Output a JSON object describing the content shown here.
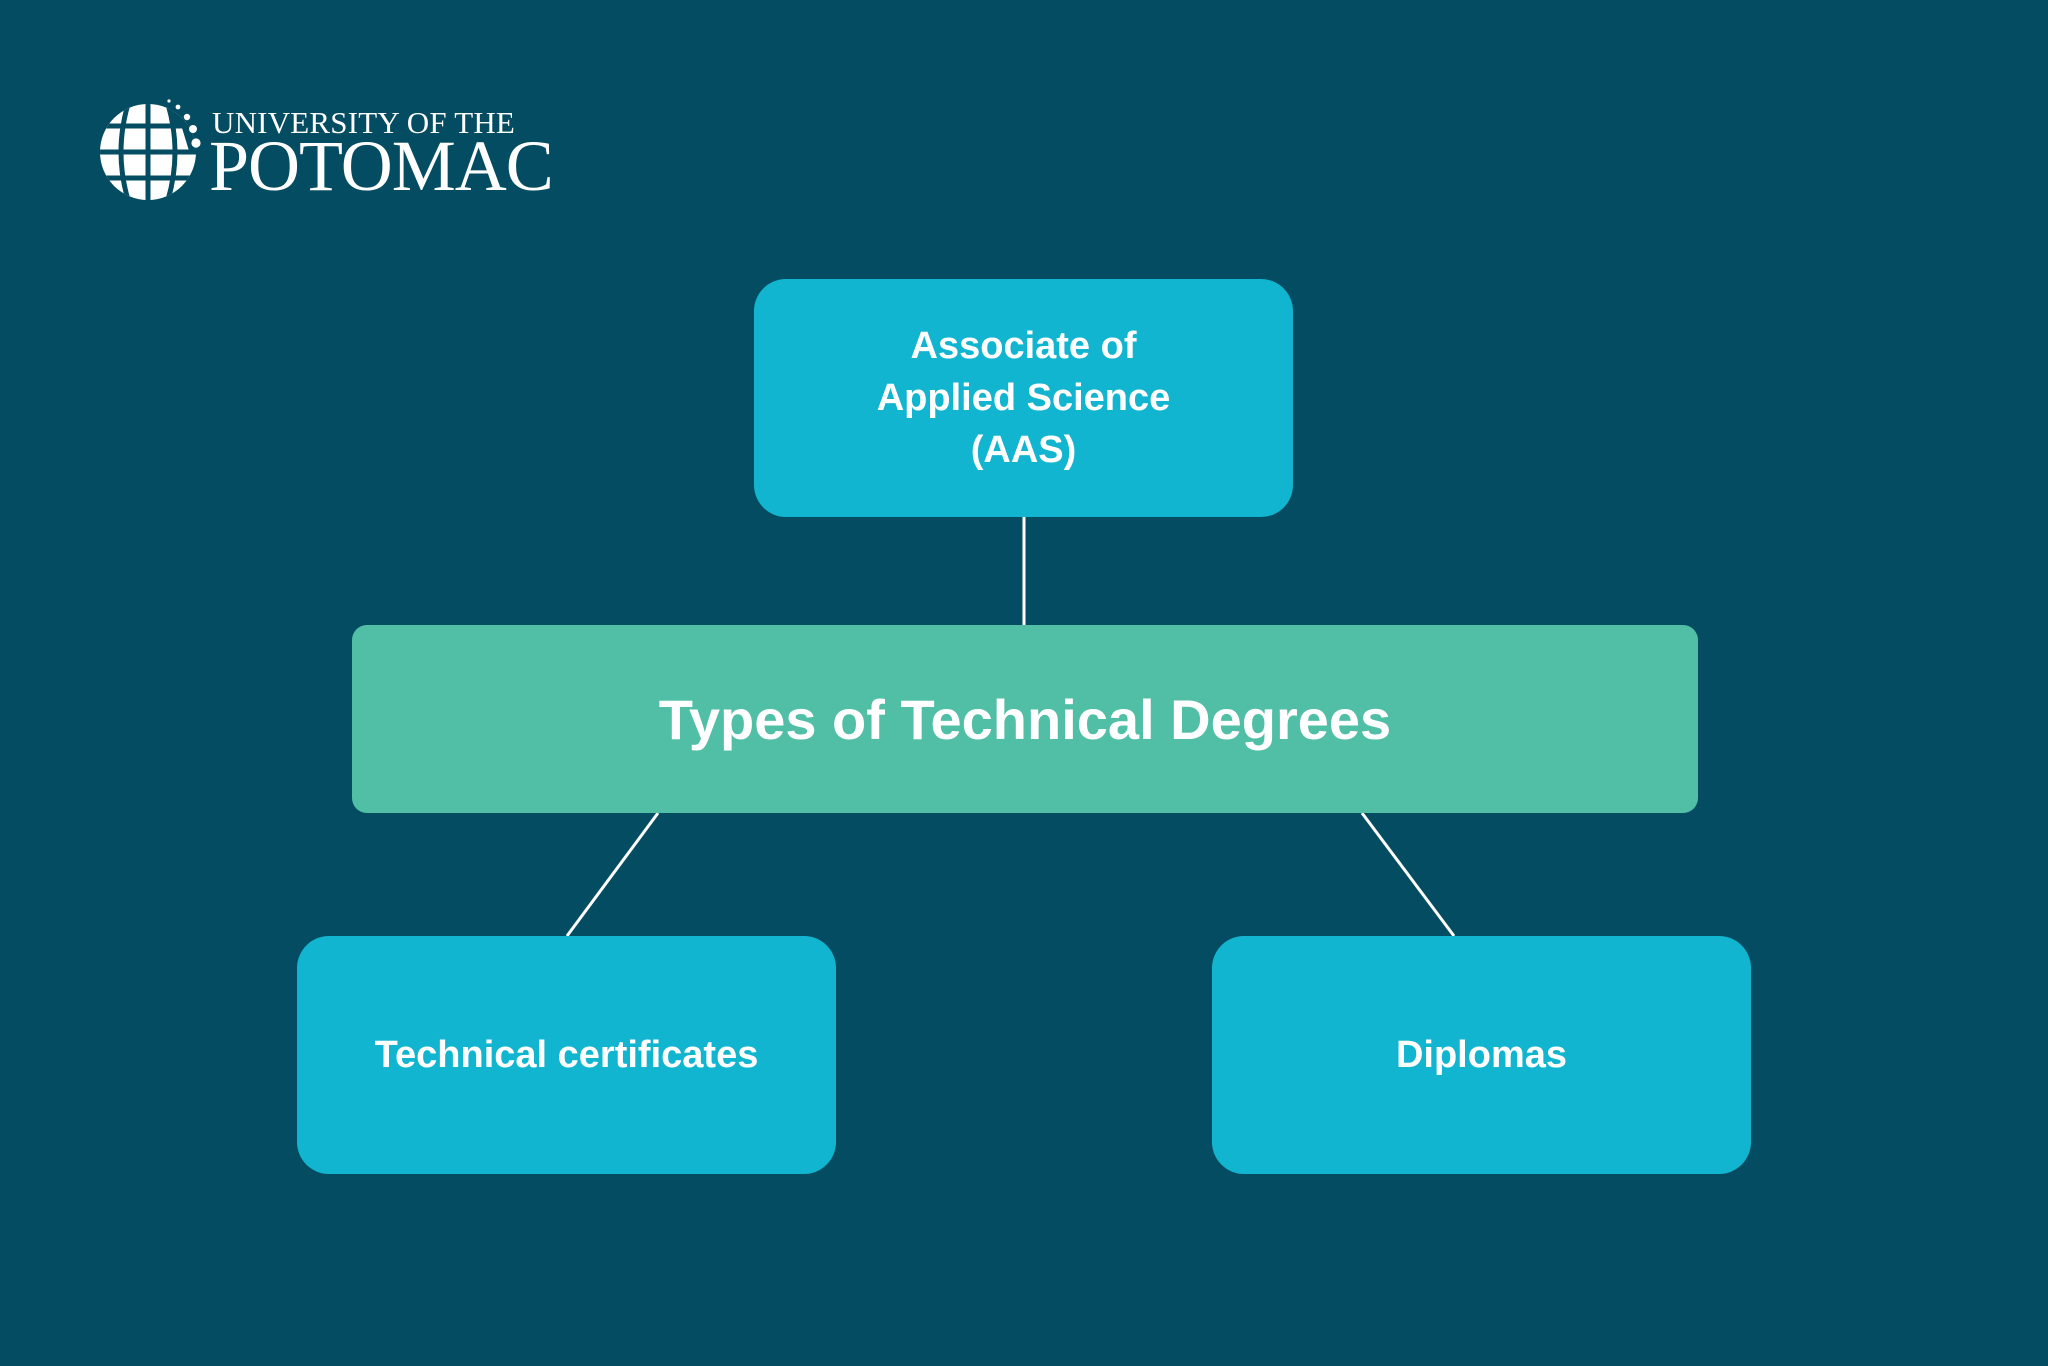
{
  "colors": {
    "background": "#044c61",
    "leaf_box": "#12b5d0",
    "root_box": "#50bfa6",
    "connector": "#ffffff",
    "text": "#ffffff"
  },
  "logo": {
    "icon": "globe-icon",
    "line1": "UNIVERSITY OF THE",
    "line2": "POTOMAC"
  },
  "diagram": {
    "root": {
      "label": "Types of Technical Degrees"
    },
    "children": [
      {
        "position": "top",
        "label": "Associate of Applied Science (AAS)"
      },
      {
        "position": "bottom-left",
        "label": "Technical certificates"
      },
      {
        "position": "bottom-right",
        "label": "Diplomas"
      }
    ]
  }
}
